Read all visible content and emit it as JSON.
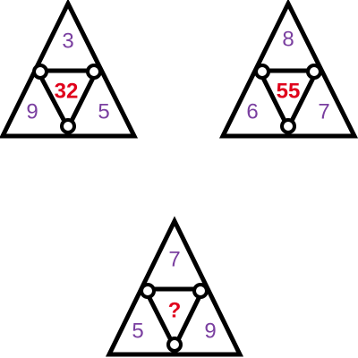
{
  "colors": {
    "outline": "#000000",
    "number": "#7a3fa0",
    "center": "#e0001b"
  },
  "triangles": [
    {
      "top": "3",
      "left": "9",
      "right": "5",
      "center": "32"
    },
    {
      "top": "8",
      "left": "6",
      "right": "7",
      "center": "55"
    },
    {
      "top": "7",
      "left": "5",
      "right": "9",
      "center": "?"
    }
  ]
}
